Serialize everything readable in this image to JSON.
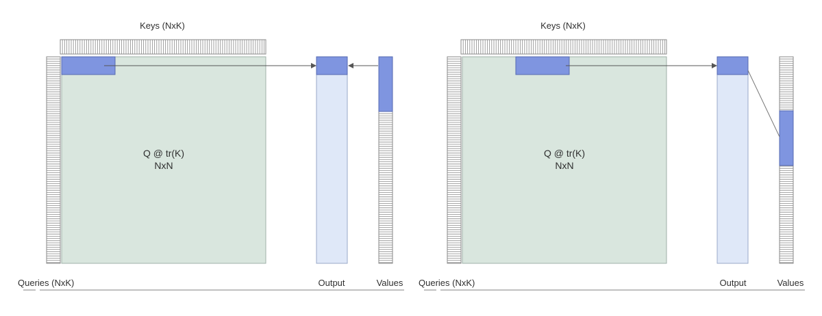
{
  "colors": {
    "background": "#ffffff",
    "matrix_fill": "#d9e6de",
    "matrix_stroke": "#9fb0a8",
    "highlight_fill": "#7f95e0",
    "highlight_stroke": "#5669b0",
    "output_fill": "#dfe8f8",
    "strip_fill": "#ffffff",
    "strip_line": "#8a8a8a",
    "arrow": "#555555",
    "baseline": "#9a9a9a"
  },
  "panels": [
    {
      "keys_label": "Keys (NxK)",
      "matrix_label_line1": "Q @ tr(K)",
      "matrix_label_line2": "NxN",
      "queries_label": "Queries (NxK)",
      "output_label": "Output",
      "values_label": "Values",
      "highlight_block_index": 0,
      "values_block_index": 0
    },
    {
      "keys_label": "Keys (NxK)",
      "matrix_label_line1": "Q @ tr(K)",
      "matrix_label_line2": "NxN",
      "queries_label": "Queries (NxK)",
      "output_label": "Output",
      "values_label": "Values",
      "highlight_block_index": 1,
      "values_block_index": 1
    }
  ]
}
